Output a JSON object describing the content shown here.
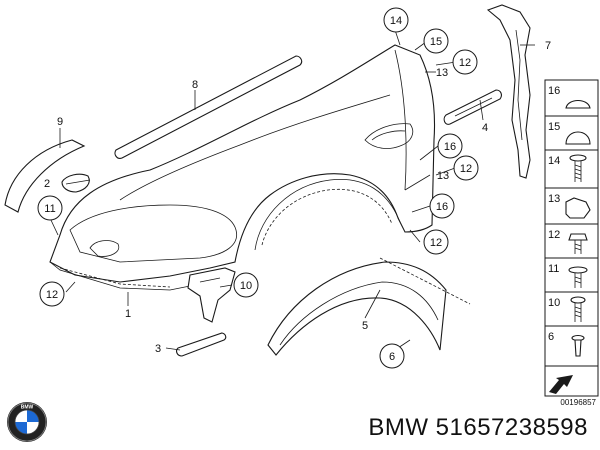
{
  "callouts": {
    "c1": "1",
    "c2": "2",
    "c3": "3",
    "c4": "4",
    "c5": "5",
    "c6": "6",
    "c7": "7",
    "c8": "8",
    "c9": "9",
    "c10": "10",
    "c11": "11",
    "c12a": "12",
    "c12b": "12",
    "c12c": "12",
    "c12d": "12",
    "c13a": "13",
    "c13b": "13",
    "c14": "14",
    "c15": "15",
    "c16a": "16",
    "c16b": "16"
  },
  "legend": {
    "r16": "16",
    "r15": "15",
    "r14": "14",
    "r13": "13",
    "r12": "12",
    "r11": "11",
    "r10": "10",
    "r6": "6"
  },
  "diagram_id": "00196857",
  "caption": "BMW 51657238598",
  "logo_icon": "bmw-roundel-icon"
}
